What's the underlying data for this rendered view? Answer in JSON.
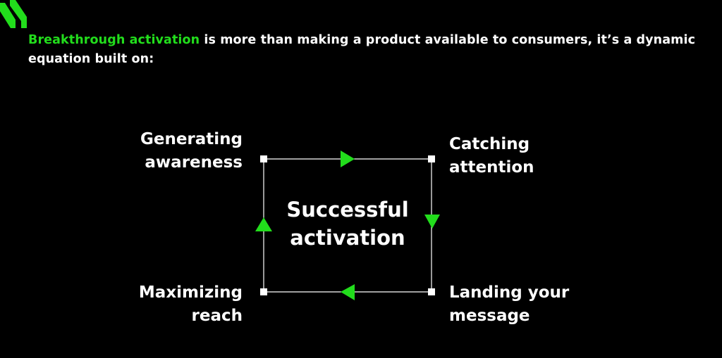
{
  "brand": {
    "accent_color": "#22dd1c",
    "logo_icon": "chevron-stripes-logo-icon"
  },
  "intro": {
    "highlight": "Breakthrough activation",
    "rest": " is more than making a product available to consumers, it’s a dynamic equation built on:"
  },
  "diagram": {
    "center": "Successful\nactivation",
    "nodes": {
      "top_left": "Generating\nawareness",
      "top_right": "Catching\nattention",
      "bottom_right": "Landing your\nmessage",
      "bottom_left": "Maximizing\nreach"
    },
    "arrow_icons": [
      "right-arrow-icon",
      "down-arrow-icon",
      "left-arrow-icon",
      "up-arrow-icon"
    ]
  }
}
